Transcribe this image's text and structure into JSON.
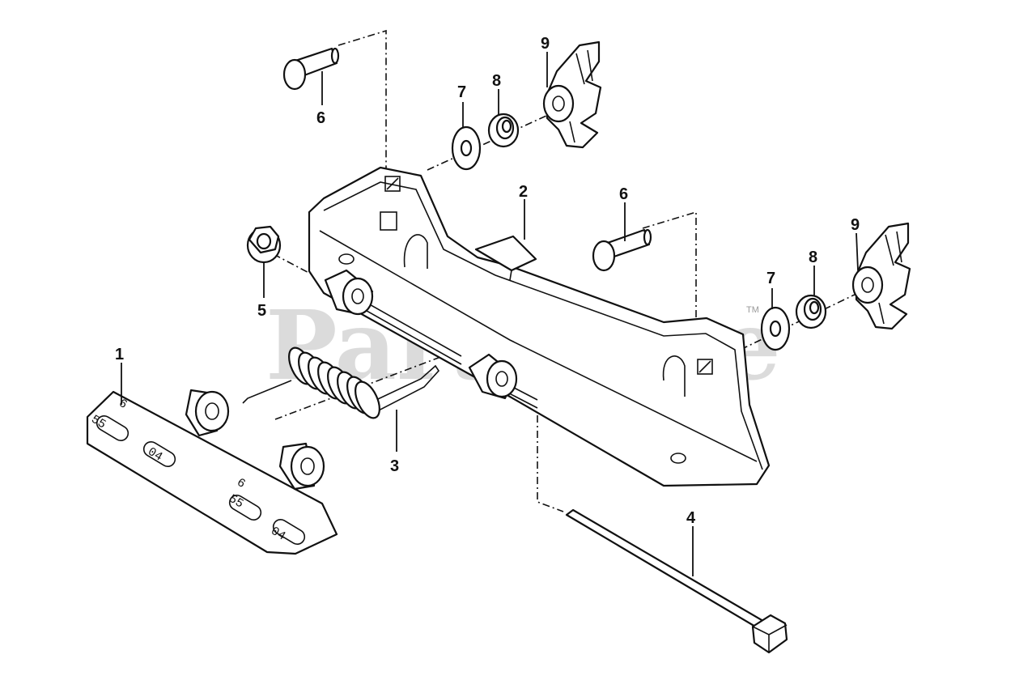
{
  "diagram": {
    "watermark": "PartsTree",
    "trademark": "TM",
    "callouts": [
      "1",
      "2",
      "3",
      "4",
      "5",
      "6",
      "6",
      "7",
      "7",
      "8",
      "8",
      "9",
      "9"
    ],
    "plate_stamps": [
      "55",
      "6",
      "04",
      "55",
      "6",
      "04"
    ]
  }
}
